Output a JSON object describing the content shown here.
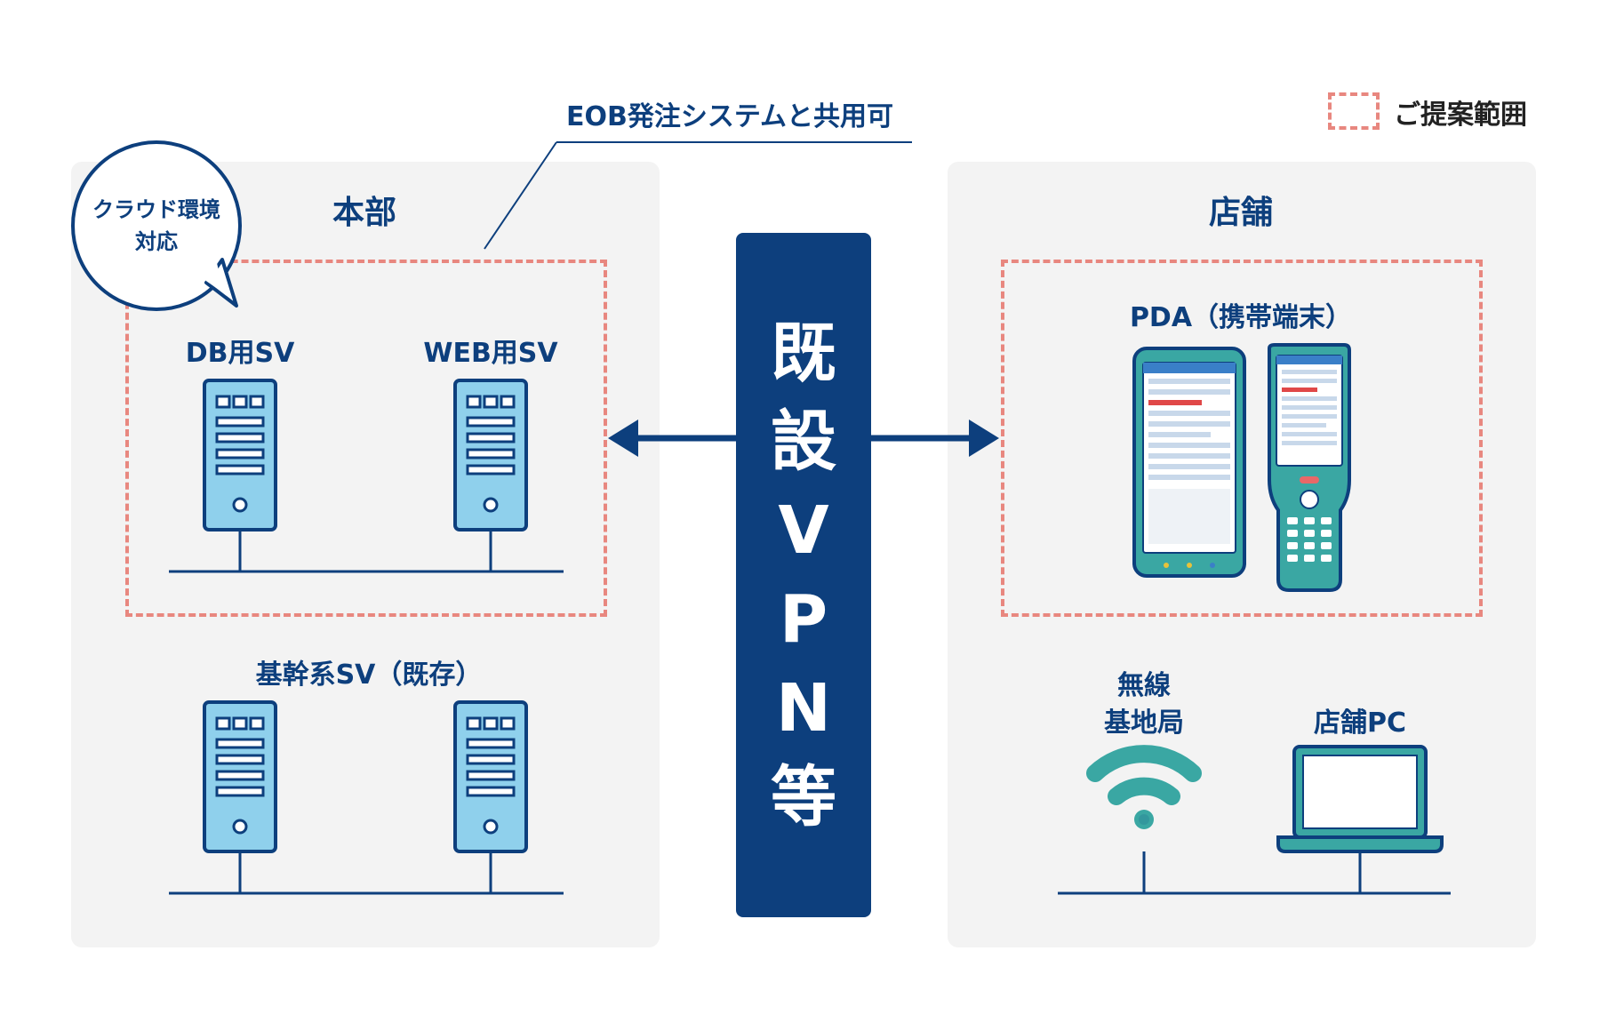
{
  "legend": {
    "label": "ご提案範囲",
    "color": "#e8877f"
  },
  "callout_top": "EOB発注システムと共用可",
  "bubble": {
    "line1": "クラウド環境",
    "line2": "対応"
  },
  "hq": {
    "title": "本部",
    "db_label": "DB用SV",
    "web_label": "WEB用SV",
    "core_label": "基幹系SV（既存）"
  },
  "vpn": {
    "chars": [
      "既",
      "設",
      "V",
      "P",
      "N",
      "等"
    ]
  },
  "store": {
    "title": "店舗",
    "pda_label": "PDA（携帯端末）",
    "wireless_label_1": "無線",
    "wireless_label_2": "基地局",
    "pc_label": "店舗PC"
  },
  "colors": {
    "navy": "#0d3f7d",
    "server_fill": "#8fd0ec",
    "panel_bg": "#f3f3f3",
    "accent_teal": "#3aa7a3"
  }
}
